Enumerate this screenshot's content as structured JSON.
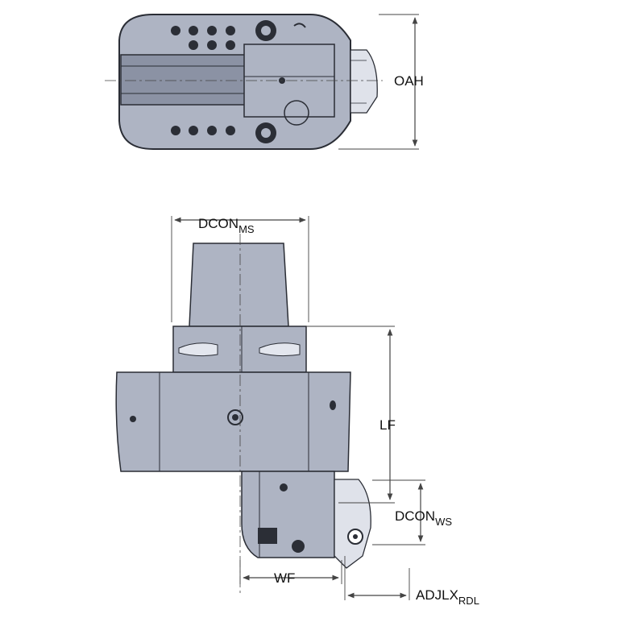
{
  "colors": {
    "body_fill": "#aeb4c3",
    "body_dark": "#8b92a4",
    "outline": "#2a2d35",
    "dim_line": "#444444",
    "hole": "#2b2e36"
  },
  "dimensions": {
    "oah": {
      "main": "OAH"
    },
    "dcon_ms": {
      "main": "DCON",
      "sub": "MS"
    },
    "lf": {
      "main": "LF"
    },
    "dcon_ws": {
      "main": "DCON",
      "sub": "WS"
    },
    "wf": {
      "main": "WF"
    },
    "adjlx_rdl": {
      "main": "ADJLX",
      "sub": "RDL"
    }
  }
}
